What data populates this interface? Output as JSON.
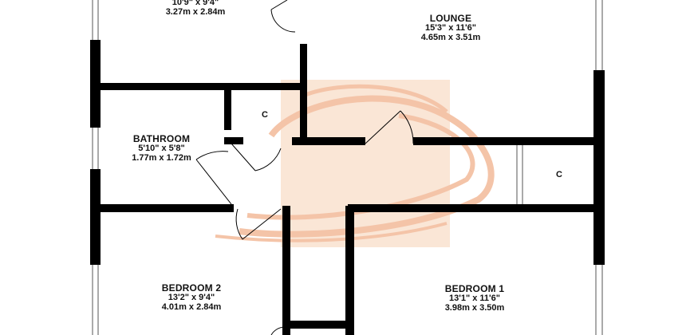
{
  "plan": {
    "rooms": [
      {
        "id": "top-left",
        "name": "",
        "imperial": "10'9\"  x 9'4\"",
        "metric": "3.27m  x 2.84m"
      },
      {
        "id": "lounge",
        "name": "LOUNGE",
        "imperial": "15'3\"  x 11'6\"",
        "metric": "4.65m  x 3.51m"
      },
      {
        "id": "bathroom",
        "name": "BATHROOM",
        "imperial": "5'10\"  x 5'8\"",
        "metric": "1.77m  x 1.72m"
      },
      {
        "id": "bedroom-2",
        "name": "BEDROOM 2",
        "imperial": "13'2\"  x 9'4\"",
        "metric": "4.01m  x 2.84m"
      },
      {
        "id": "bedroom-1",
        "name": "BEDROOM 1",
        "imperial": "13'1\"  x 11'6\"",
        "metric": "3.98m  x 3.50m"
      }
    ],
    "closets": [
      "C",
      "C"
    ],
    "colors": {
      "wall": "#000000",
      "watermark": "#f3c9a8",
      "watermark_swirl": "#e9905a"
    }
  }
}
